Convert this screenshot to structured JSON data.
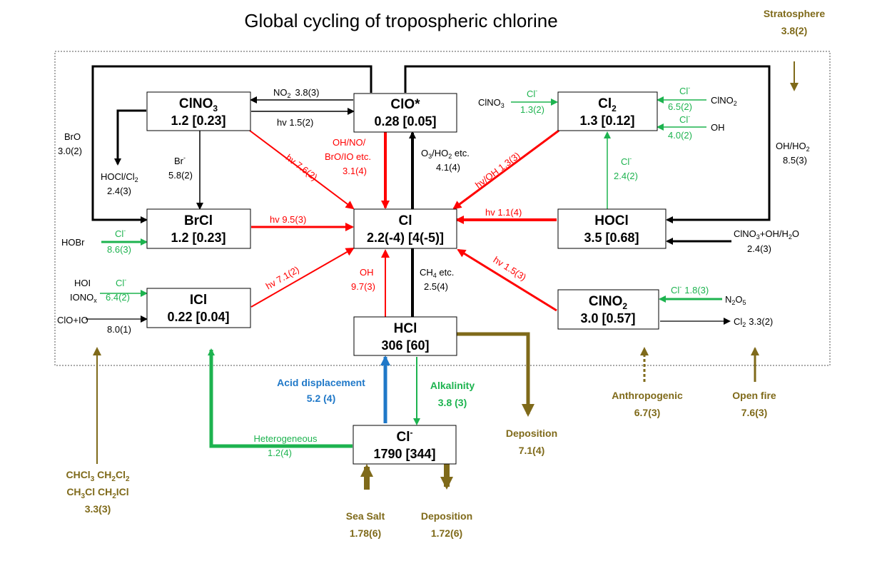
{
  "title": "Global cycling of tropospheric chlorine",
  "colors": {
    "red": "#ff0000",
    "green": "#1db34f",
    "brown": "#7f6a1a",
    "blue": "#1f78c8",
    "black": "#000000"
  },
  "boxes": {
    "clno3": {
      "name": "ClNO3",
      "value": "1.2 [0.23]"
    },
    "clo": {
      "name": "ClO*",
      "value": "0.28 [0.05]"
    },
    "cl2": {
      "name": "Cl2",
      "value": "1.3 [0.12]"
    },
    "brcl": {
      "name": "BrCl",
      "value": "1.2 [0.23]"
    },
    "cl": {
      "name": "Cl",
      "value": "2.2(-4) [4(-5)]"
    },
    "hocl": {
      "name": "HOCl",
      "value": "3.5 [0.68]"
    },
    "icl": {
      "name": "ICl",
      "value": "0.22 [0.04]"
    },
    "hcl": {
      "name": "HCl",
      "value": "306 [60]"
    },
    "clno2": {
      "name": "ClNO2",
      "value": "3.0 [0.57]"
    },
    "clminus": {
      "name": "Cl-",
      "value": "1790 [344]"
    }
  },
  "labels": {
    "no2_rate": "3.8(3)",
    "hv_clno3_clo": "hv  1.5(2)",
    "bro": "BrO",
    "bro_rate": "3.0(2)",
    "hocl_cl2": "HOCl/Cl",
    "hocl_cl2_rate": "2.4(3)",
    "br": "Br",
    "br_rate": "5.8(2)",
    "hv_clno3_cl": "hv  7.6(2)",
    "clo_to_cl_1": "OH/NO/",
    "clo_to_cl_2": "BrO/IO etc.",
    "clo_to_cl_rate": "3.1(4)",
    "cl_to_clo": "/HO",
    "cl_to_clo_etc": " etc.",
    "cl_to_clo_rate": "4.1(4)",
    "clno3_left": "ClNO",
    "cl2_from_clno3_rate": "1.3(2)",
    "cl2_clno2_rate": "6.5(2)",
    "cl2_oh_rate": "4.0(2)",
    "clno2_right": "ClNO",
    "oh": "OH",
    "hv_oh_cl2": "hv/OH  1.3(3)",
    "ohho2": "OH/HO",
    "ohho2_rate": "8.5(3)",
    "hocl_to_cl2_rate": "2.4(2)",
    "hv_hocl": "hv  1.1(4)",
    "clno3_oh_h2o": "+OH/H",
    "clno3_oh_h2o_rate": "2.4(3)",
    "hobr": "HOBr",
    "hobr_rate": "8.6(3)",
    "hv_brcl": "hv  9.5(3)",
    "hoi": "HOI",
    "iono": "IONO",
    "icl_cl_rate": "6.4(2)",
    "cloio": "ClO+IO",
    "cloio_rate": "8.0(1)",
    "hv_icl": "hv  7.1(2)",
    "oh_hcl": "OH",
    "oh_hcl_rate": "9.7(3)",
    "ch4": "CH",
    "ch4_etc": " etc.",
    "ch4_rate": "2.5(4)",
    "hv_clno2": "hv  1.5(3)",
    "clno2_cl_rate": "1.8(3)",
    "n2o5": "N",
    "cl2_out_rate": "3.3(2)",
    "acid_disp": "Acid displacement",
    "acid_disp_rate": "5.2 (4)",
    "alkalinity": "Alkalinity",
    "alkalinity_rate": "3.8 (3)",
    "heterogeneous": "Heterogeneous",
    "heterogeneous_rate": "1.2(4)",
    "deposition_hcl": "Deposition",
    "deposition_hcl_rate": "7.1(4)",
    "seasalt": "Sea Salt",
    "seasalt_rate": "1.78(6)",
    "deposition_cl": "Deposition",
    "deposition_cl_rate": "1.72(6)",
    "stratosphere": "Stratosphere",
    "stratosphere_rate": "3.8(2)",
    "anthropogenic": "Anthropogenic",
    "anthropogenic_rate": "6.7(3)",
    "openfire": "Open fire",
    "openfire_rate": "7.6(3)",
    "organics_1a": "CHCl",
    "organics_1b": "  CH",
    "organics_2a": "CH",
    "organics_2b": "Cl  CH",
    "organics_2c": "ICl",
    "organics_rate": "3.3(3)"
  }
}
